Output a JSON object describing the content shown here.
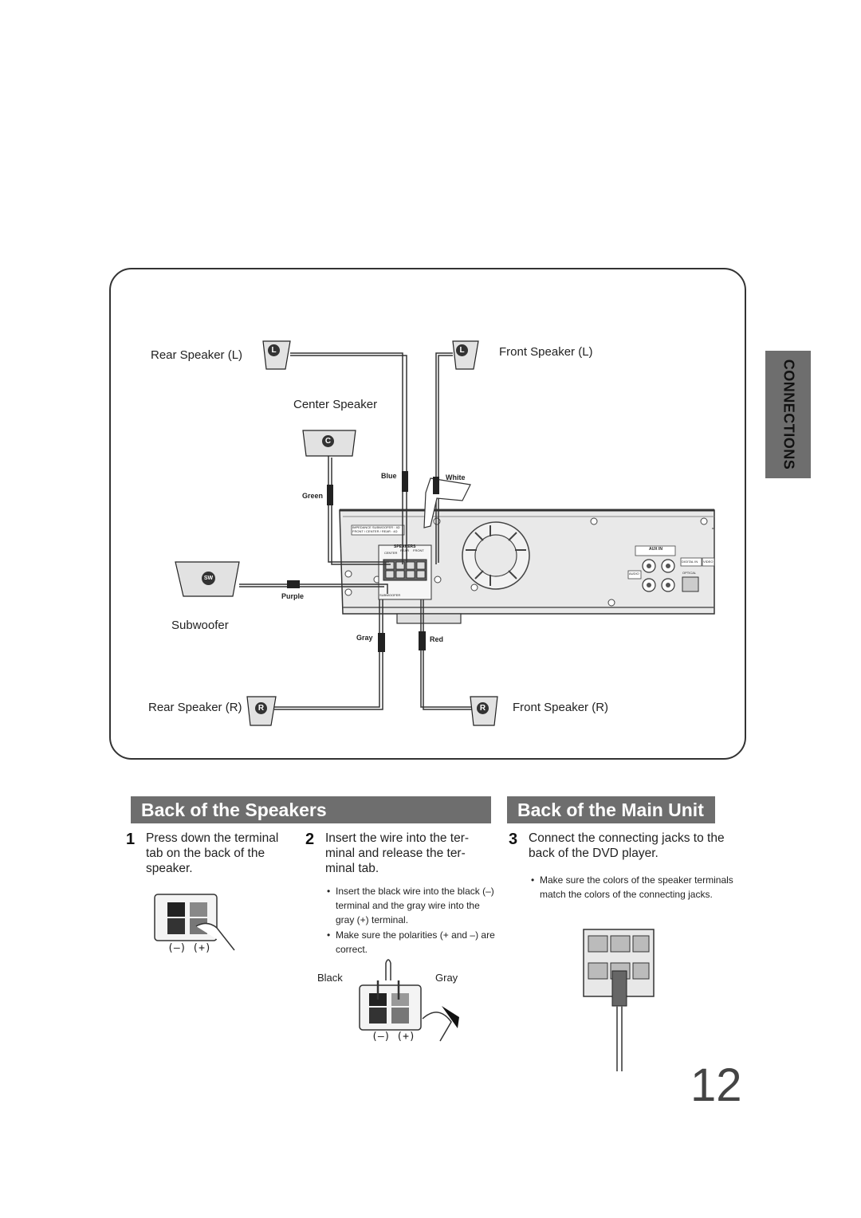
{
  "side_tab": "CONNECTIONS",
  "diagram": {
    "rear_left": "Rear Speaker (L)",
    "front_left": "Front Speaker (L)",
    "center": "Center Speaker",
    "subwoofer": "Subwoofer",
    "rear_right": "Rear Speaker (R)",
    "front_right": "Front Speaker (R)",
    "badges": {
      "L": "L",
      "C": "C",
      "SW": "SW",
      "R": "R"
    },
    "wires": {
      "blue": "Blue",
      "white": "White",
      "green": "Green",
      "purple": "Purple",
      "gray": "Gray",
      "red": "Red"
    },
    "unit_labels": {
      "impedance": "IMPEDANCE  SUBWOOFER : 4Ω",
      "impedance2": "FRONT / CENTER / REAR : 4Ω",
      "speakers": "SPEAKERS",
      "center": "CENTER",
      "rear": "REAR",
      "front": "FRONT",
      "subwoofer": "SUBWOOFER",
      "aux_in": "AUX IN",
      "audio": "AUDIO",
      "digital_in": "DIGITAL IN",
      "optical": "OPTICAL",
      "video": "VIDEO"
    }
  },
  "sections": {
    "speakers_title": "Back of the Speakers",
    "main_unit_title": "Back of the Main Unit"
  },
  "steps": [
    {
      "num": "1",
      "text": "Press down the terminal tab on the back of the speaker."
    },
    {
      "num": "2",
      "text": "Insert the wire into the ter- minal and release the ter- minal tab."
    },
    {
      "num": "3",
      "text": "Connect the connecting jacks to the back of the DVD player."
    }
  ],
  "bullets": {
    "step2_a": "Insert the black wire into the black (–) terminal and the gray wire into the gray (+) terminal.",
    "step2_b": "Make sure the polarities (+ and –) are correct.",
    "step3_a": "Make sure the colors of the speaker terminals match the colors of the connecting jacks."
  },
  "terminal_signs": "(–)  (+)",
  "wire_labels": {
    "black": "Black",
    "gray": "Gray"
  },
  "page_number": "12"
}
